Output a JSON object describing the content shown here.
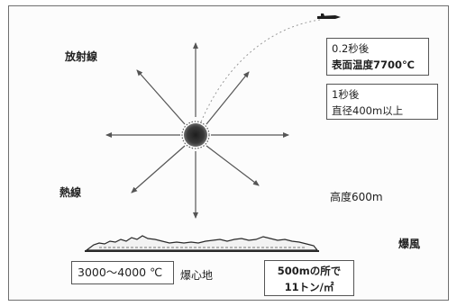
{
  "labels": {
    "radiation": "放射線",
    "heat": "熱線",
    "altitude": "高度600m",
    "blast": "爆風",
    "hypocenter": "爆心地"
  },
  "boxes": {
    "t02": {
      "line1": "0.2秒後",
      "line2": "表面温度7700℃"
    },
    "t1": {
      "line1": "1秒後",
      "line2": "直径400m以上"
    },
    "ground_temp": {
      "text": "3000〜4000 ℃"
    },
    "pressure": {
      "line1": "500mの所で",
      "line2": "11トン/㎡"
    }
  },
  "colors": {
    "arrow": "#555555",
    "fireball": "#3a3a3a",
    "text": "#202020"
  },
  "icons": {
    "airplane": "airplane-icon",
    "fireball": "fireball-icon",
    "ground": "ground-silhouette"
  }
}
